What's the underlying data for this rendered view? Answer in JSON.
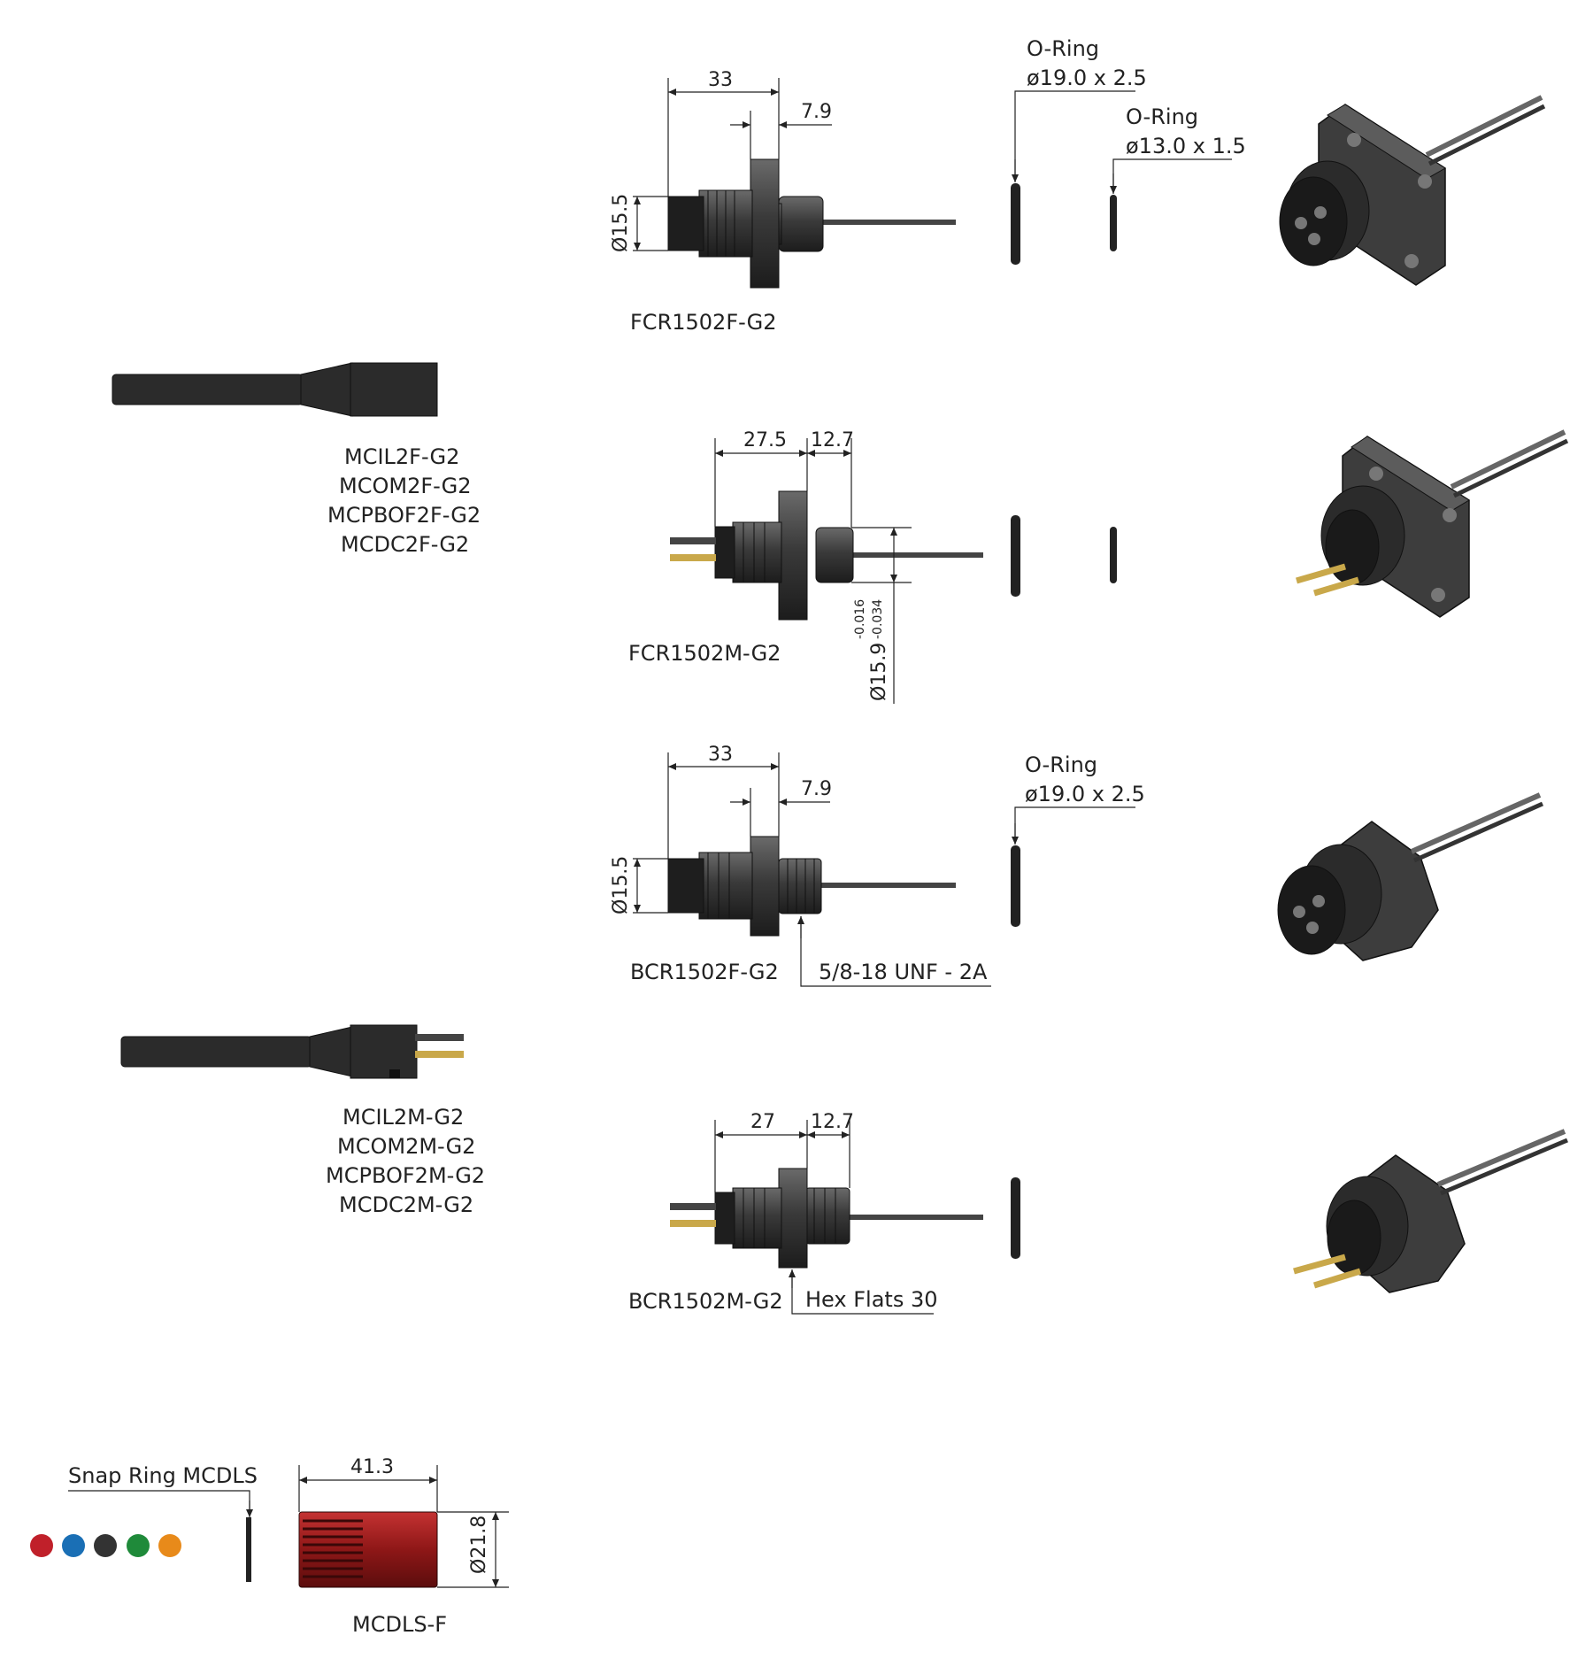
{
  "labels": {
    "fcr_f_len": "33",
    "fcr_f_flange": "7.9",
    "fcr_f_dia": "Ø15.5",
    "fcr_f_part": "FCR1502F-G2",
    "oring1_title": "O-Ring",
    "oring1_size": "ø19.0  x  2.5",
    "oring2_title": "O-Ring",
    "oring2_size": "ø13.0  x  1.5",
    "fcr_m_len": "27.5",
    "fcr_m_flange": "12.7",
    "fcr_m_dia": "Ø15.9",
    "fcr_m_tol": "-0.016\n-0.034",
    "fcr_m_tol_upper": "-0.016",
    "fcr_m_tol_lower": "-0.034",
    "fcr_m_part": "FCR1502M-G2",
    "bcr_f_len": "33",
    "bcr_f_flange": "7.9",
    "bcr_f_dia": "Ø15.5",
    "bcr_f_part": "BCR1502F-G2",
    "bcr_f_thread": "5/8-18 UNF - 2A",
    "oring3_title": "O-Ring",
    "oring3_size": "ø19.0  x  2.5",
    "bcr_m_len": "27",
    "bcr_m_flange": "12.7",
    "bcr_m_part": "BCR1502M-G2",
    "bcr_m_hex": "Hex Flats 30",
    "cable_f_parts": [
      "MCIL2F-G2",
      "MCOM2F-G2",
      "MCPBOF2F-G2",
      "MCDC2F-G2"
    ],
    "cable_m_parts": [
      "MCIL2M-G2",
      "MCOM2M-G2",
      "MCPBOF2M-G2",
      "MCDC2M-G2"
    ],
    "snap_ring": "Snap Ring MCDLS",
    "mcdls_len": "41.3",
    "mcdls_dia": "Ø21.8",
    "mcdls_part": "MCDLS-F"
  },
  "colors": {
    "body": "#3a3a3a",
    "body_dark": "#222222",
    "body_light": "#5a5a5a",
    "cable": "#2b2b2b",
    "pin_gold": "#c9a84a",
    "sleeve_red": "#a51f1f",
    "snap_colors": [
      "#c0202a",
      "#1a6fb5",
      "#333333",
      "#1f8a3a",
      "#e88a1a"
    ]
  }
}
